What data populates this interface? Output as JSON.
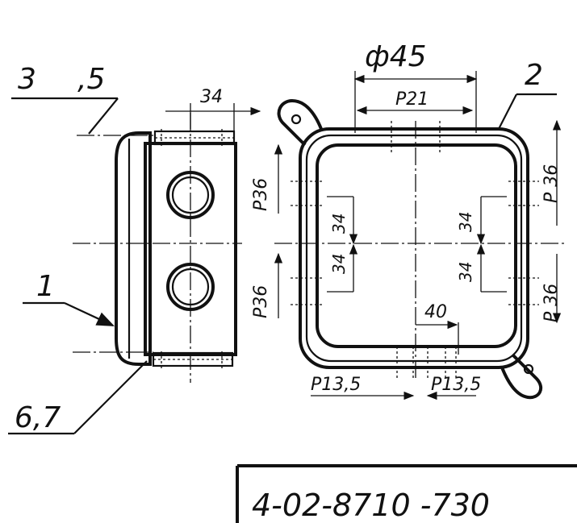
{
  "callouts": {
    "c3": "3",
    "c5": ",5",
    "c2": "2",
    "c1": "1",
    "c67": "6,7"
  },
  "dims": {
    "side_width": "34",
    "diameter": "ф45",
    "p21": "P21",
    "p36_tl": "P36",
    "p36_bl": "P36",
    "p36_tr": "P 36",
    "p36_br": "P 36",
    "d34_l1": "34",
    "d34_l2": "34",
    "d34_r1": "34",
    "d34_r2": "34",
    "d40": "40",
    "p135_left": "P13,5",
    "p135_right": "P13,5"
  },
  "title_block": {
    "code": "4-02-8710  -730"
  }
}
